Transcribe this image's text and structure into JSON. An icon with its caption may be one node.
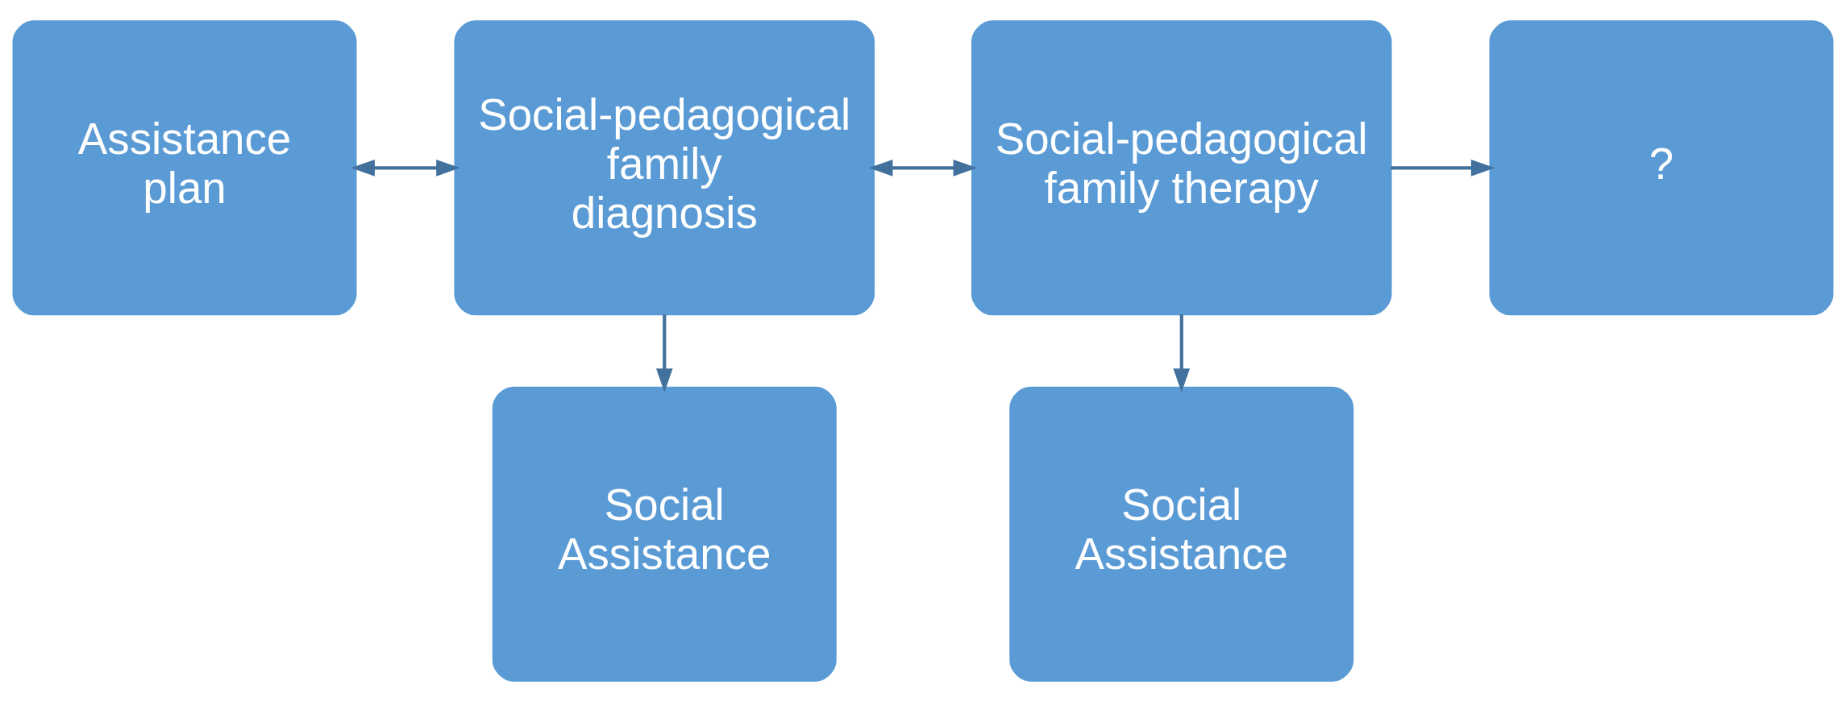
{
  "diagram": {
    "nodes": [
      {
        "text": [
          "Assistance plan"
        ]
      },
      {
        "text": [
          "Social-pedagogical family diagnosis"
        ]
      },
      {
        "text": [
          "Social-pedagogical family therapy"
        ]
      },
      {
        "text": [
          "?"
        ]
      },
      {
        "text": [
          "Social Assistance"
        ]
      },
      {
        "text": [
          "Social Assistance"
        ]
      }
    ],
    "edges": [
      {
        "from": 0,
        "to": 1,
        "arrow": "both"
      },
      {
        "from": 1,
        "to": 2,
        "arrow": "both"
      },
      {
        "from": 2,
        "to": 3,
        "arrow": "to"
      },
      {
        "from": 1,
        "to": 4,
        "arrow": "to"
      },
      {
        "from": 2,
        "to": 5,
        "arrow": "to"
      }
    ]
  }
}
